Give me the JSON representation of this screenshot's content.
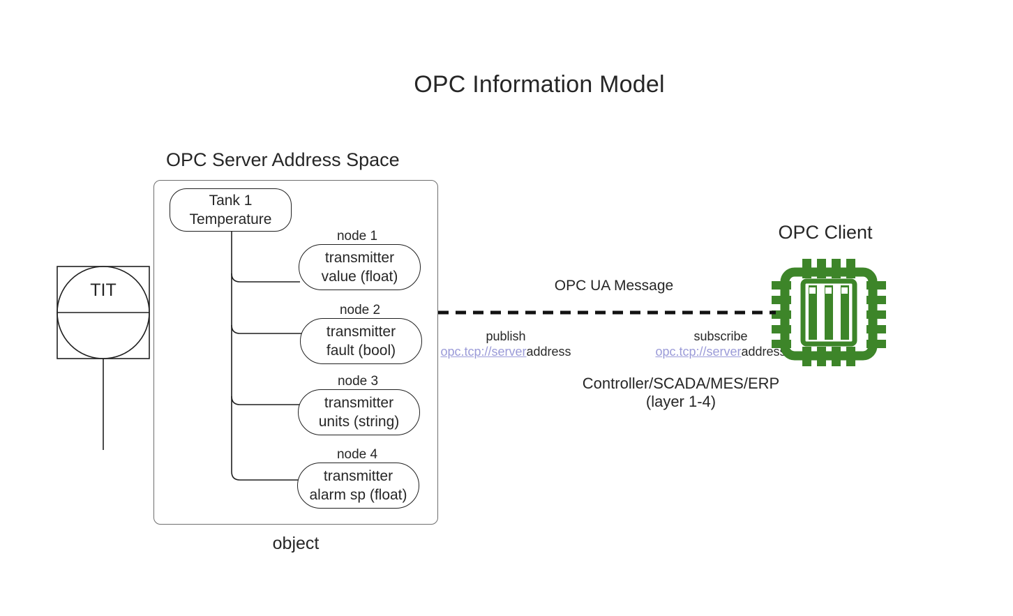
{
  "diagram": {
    "title": "OPC Information Model",
    "server": {
      "heading": "OPC Server Address Space",
      "object_caption": "object",
      "object_node": {
        "line1": "Tank 1",
        "line2": "Temperature"
      },
      "nodes": [
        {
          "tag": "node 1",
          "line1": "transmitter",
          "line2": "value (float)"
        },
        {
          "tag": "node 2",
          "line1": "transmitter",
          "line2": "fault (bool)"
        },
        {
          "tag": "node 3",
          "line1": "transmitter",
          "line2": "units (string)"
        },
        {
          "tag": "node 4",
          "line1": "transmitter",
          "line2": "alarm sp (float)"
        }
      ]
    },
    "field_device": {
      "tag": "TIT",
      "symbol": "instrument-balloon"
    },
    "link": {
      "message_label": "OPC UA Message",
      "style": "dashed",
      "publish": {
        "label": "publish",
        "endpoint_link": "opc.tcp://server",
        "endpoint_suffix": "address"
      },
      "subscribe": {
        "label": "subscribe",
        "endpoint_link": "opc.tcp://server",
        "endpoint_suffix": "address"
      }
    },
    "client": {
      "heading": "OPC Client",
      "icon": "cpu-chip-icon",
      "role_line1": "Controller/SCADA/MES/ERP",
      "role_line2": "(layer 1-4)"
    },
    "colors": {
      "chip_green": "#3d8529",
      "stroke": "#1f1f1f",
      "container_stroke": "#6e6e6e",
      "link_color": "#9b9bd8",
      "text": "#262626",
      "background": "#ffffff"
    }
  }
}
